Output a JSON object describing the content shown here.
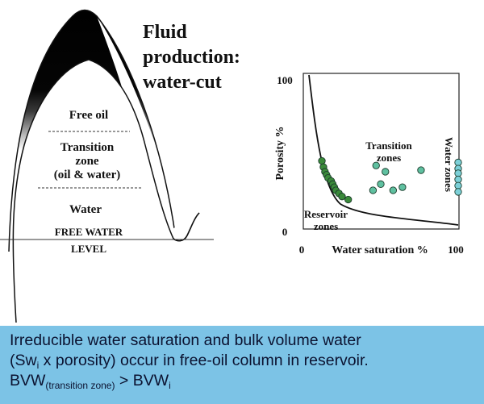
{
  "anticline": {
    "title_lines": [
      "Fluid",
      "production:",
      "water-cut"
    ],
    "free_oil_label": "Free oil",
    "transition_lines": [
      "Transition",
      "zone",
      "(oil & water)"
    ],
    "water_label": "Water",
    "free_water_lines": [
      "FREE WATER",
      "LEVEL"
    ]
  },
  "plot": {
    "y_axis_label": "Porosity %",
    "x_axis_label": "Water saturation %",
    "y_tick_max": "100",
    "y_tick_min": "0",
    "x_tick_min": "0",
    "x_tick_max": "100",
    "transition_label_lines": [
      "Transition",
      "zones"
    ],
    "reservoir_label_lines": [
      "Reservoir",
      "zones"
    ],
    "water_zones_label": "Water zones",
    "colors": {
      "reservoir_points": "#3a8a3a",
      "transition_points": "#5fc0a0",
      "water_points": "#7cd0d8"
    }
  },
  "chart_data": {
    "type": "scatter",
    "xlabel": "Water saturation %",
    "ylabel": "Porosity %",
    "xlim": [
      0,
      100
    ],
    "ylim": [
      0,
      100
    ],
    "series": [
      {
        "points": [
          [
            12,
            44
          ],
          [
            13,
            40
          ],
          [
            14,
            37
          ],
          [
            15,
            35
          ],
          [
            16,
            33
          ],
          [
            18,
            31
          ],
          [
            19,
            29
          ],
          [
            20,
            27
          ],
          [
            21,
            25
          ],
          [
            23,
            23
          ],
          [
            25,
            21
          ],
          [
            29,
            19
          ]
        ]
      },
      {
        "points": [
          [
            47,
            41
          ],
          [
            50,
            29
          ],
          [
            53,
            37
          ],
          [
            58,
            25
          ],
          [
            64,
            27
          ],
          [
            76,
            38
          ],
          [
            45,
            25
          ]
        ]
      },
      {
        "points": [
          [
            100,
            43
          ],
          [
            100,
            39
          ],
          [
            100,
            36
          ],
          [
            100,
            32
          ],
          [
            100,
            28
          ],
          [
            100,
            24
          ]
        ]
      }
    ]
  },
  "caption": {
    "line1": "Irreducible water saturation and bulk volume water",
    "line2_pre": "(Sw",
    "line2_sub": "i",
    "line2_post": " x porosity) occur in free-oil column in reservoir.",
    "line3_pre": "BVW",
    "line3_sub1": "(transition zone)",
    "line3_mid": " > BVW",
    "line3_sub2": "i"
  }
}
